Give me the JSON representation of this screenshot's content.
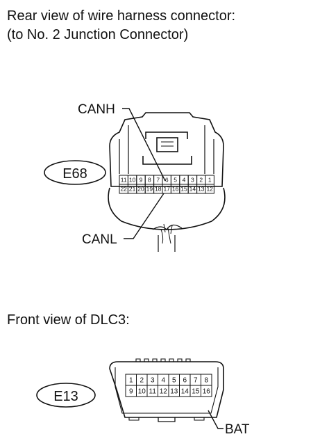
{
  "captions": {
    "rear_view_line1": "Rear view of wire harness connector:",
    "rear_view_line2": "(to No. 2 Junction Connector)",
    "front_view": "Front view of DLC3:"
  },
  "connector_e68": {
    "id": "E68",
    "top_row_pins": [
      "11",
      "10",
      "9",
      "8",
      "7",
      "6",
      "5",
      "4",
      "3",
      "2",
      "1"
    ],
    "bottom_row_pins": [
      "22",
      "21",
      "20",
      "19",
      "18",
      "17",
      "16",
      "15",
      "14",
      "13",
      "12"
    ],
    "labels": {
      "canh": "CANH",
      "canl": "CANL"
    }
  },
  "connector_e13": {
    "id": "E13",
    "top_row_pins": [
      "1",
      "2",
      "3",
      "4",
      "5",
      "6",
      "7",
      "8"
    ],
    "bottom_row_pins": [
      "9",
      "10",
      "11",
      "12",
      "13",
      "14",
      "15",
      "16"
    ],
    "labels": {
      "bat": "BAT"
    }
  }
}
